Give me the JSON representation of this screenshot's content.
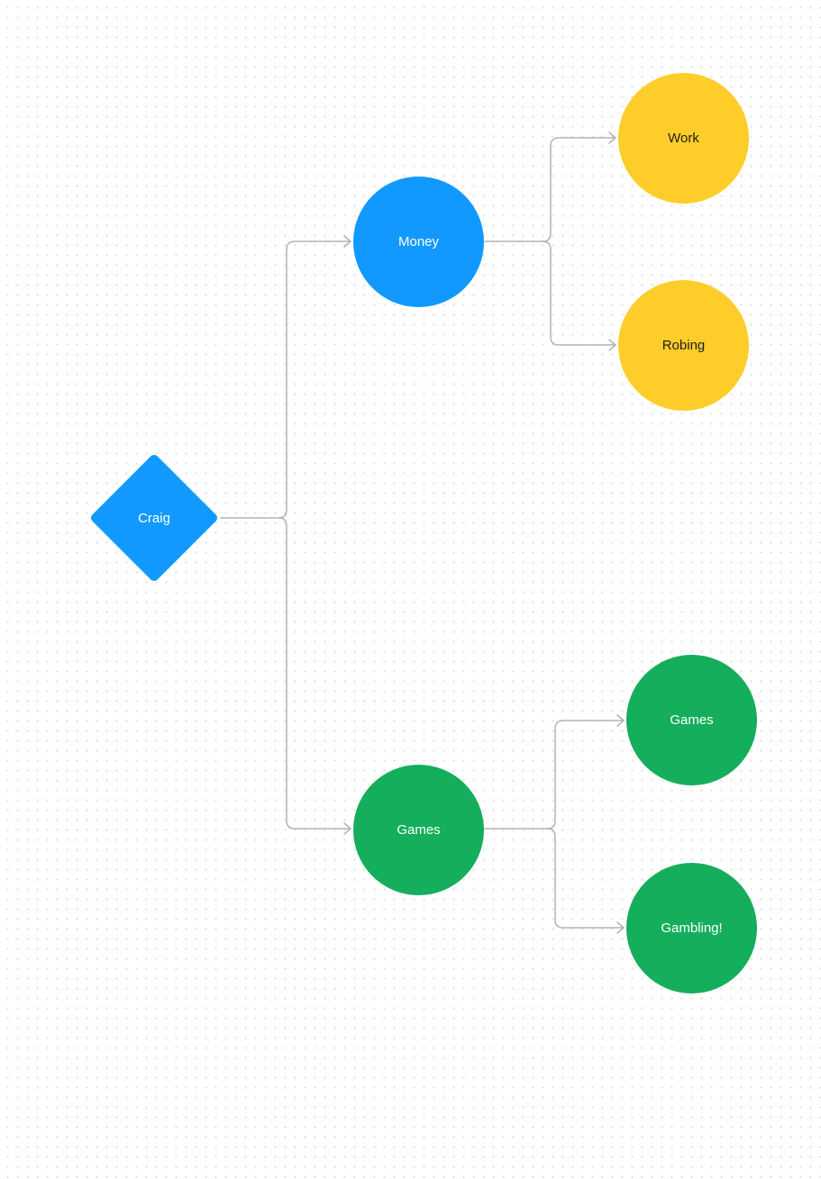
{
  "colors": {
    "blue": "#1199ff",
    "yellow": "#ffcd29",
    "green": "#14ae5c",
    "connector": "#b3b3b3",
    "text_light": "#ffffff",
    "text_dark": "#1e1e1e"
  },
  "nodes": {
    "craig": {
      "label": "Craig",
      "shape": "diamond",
      "color": "#1199ff",
      "text_color": "#ffffff"
    },
    "money": {
      "label": "Money",
      "shape": "circle",
      "color": "#1199ff",
      "text_color": "#ffffff"
    },
    "work": {
      "label": "Work",
      "shape": "circle",
      "color": "#ffcd29",
      "text_color": "#1e1e1e"
    },
    "robing": {
      "label": "Robing",
      "shape": "circle",
      "color": "#ffcd29",
      "text_color": "#1e1e1e"
    },
    "games": {
      "label": "Games",
      "shape": "circle",
      "color": "#14ae5c",
      "text_color": "#ffffff"
    },
    "games_2": {
      "label": "Games",
      "shape": "circle",
      "color": "#14ae5c",
      "text_color": "#ffffff"
    },
    "gambling": {
      "label": "Gambling!",
      "shape": "circle",
      "color": "#14ae5c",
      "text_color": "#ffffff"
    }
  },
  "edges": [
    {
      "from": "craig",
      "to": "money"
    },
    {
      "from": "craig",
      "to": "games"
    },
    {
      "from": "money",
      "to": "work"
    },
    {
      "from": "money",
      "to": "robing"
    },
    {
      "from": "games",
      "to": "games_2"
    },
    {
      "from": "games",
      "to": "gambling"
    }
  ]
}
